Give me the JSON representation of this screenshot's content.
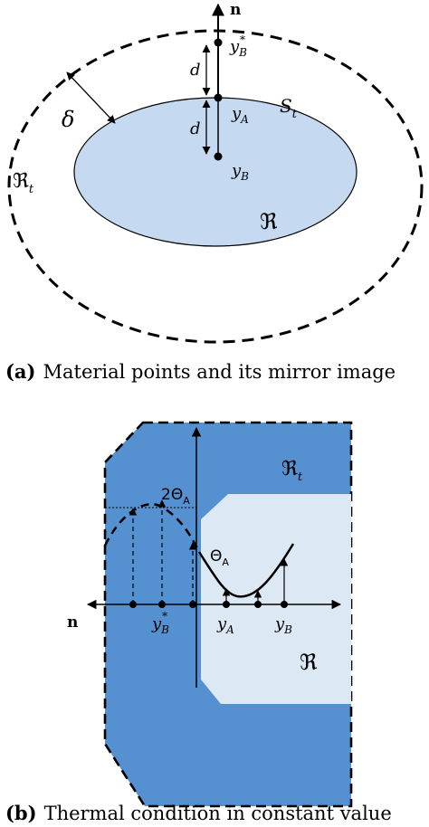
{
  "panel_a": {
    "labels": {
      "normal": "n",
      "mirror_point": "y",
      "mirror_point_sub": "B",
      "mirror_point_sup": "*",
      "distance_top": "d",
      "distance_bottom": "d",
      "delta": "δ",
      "surface": "S",
      "surface_sub": "t",
      "point_a": "y",
      "point_a_sub": "A",
      "point_b": "y",
      "point_b_sub": "B",
      "region_outer": "ℜ",
      "region_outer_sub": "t",
      "region_inner": "ℜ"
    },
    "caption": {
      "tag": "(a)",
      "text": "Material points and its mirror image"
    }
  },
  "panel_b": {
    "labels": {
      "region_outer": "ℜ",
      "region_outer_sub": "t",
      "two_theta": "2Θ",
      "two_theta_sub": "A",
      "theta": "Θ",
      "theta_sub": "A",
      "normal": "n",
      "mirror_point": "y",
      "mirror_point_sub": "B",
      "mirror_point_sup": "*",
      "point_a": "y",
      "point_a_sub": "A",
      "point_b": "y",
      "point_b_sub": "B",
      "region_inner": "ℜ"
    },
    "caption": {
      "tag": "(b)",
      "text": "Thermal condition in constant value"
    }
  },
  "colors": {
    "inner_region_a": "#c5daf0",
    "outer_region_b": "#5590d0",
    "inner_region_b": "#dde8f5",
    "line": "#000000"
  }
}
